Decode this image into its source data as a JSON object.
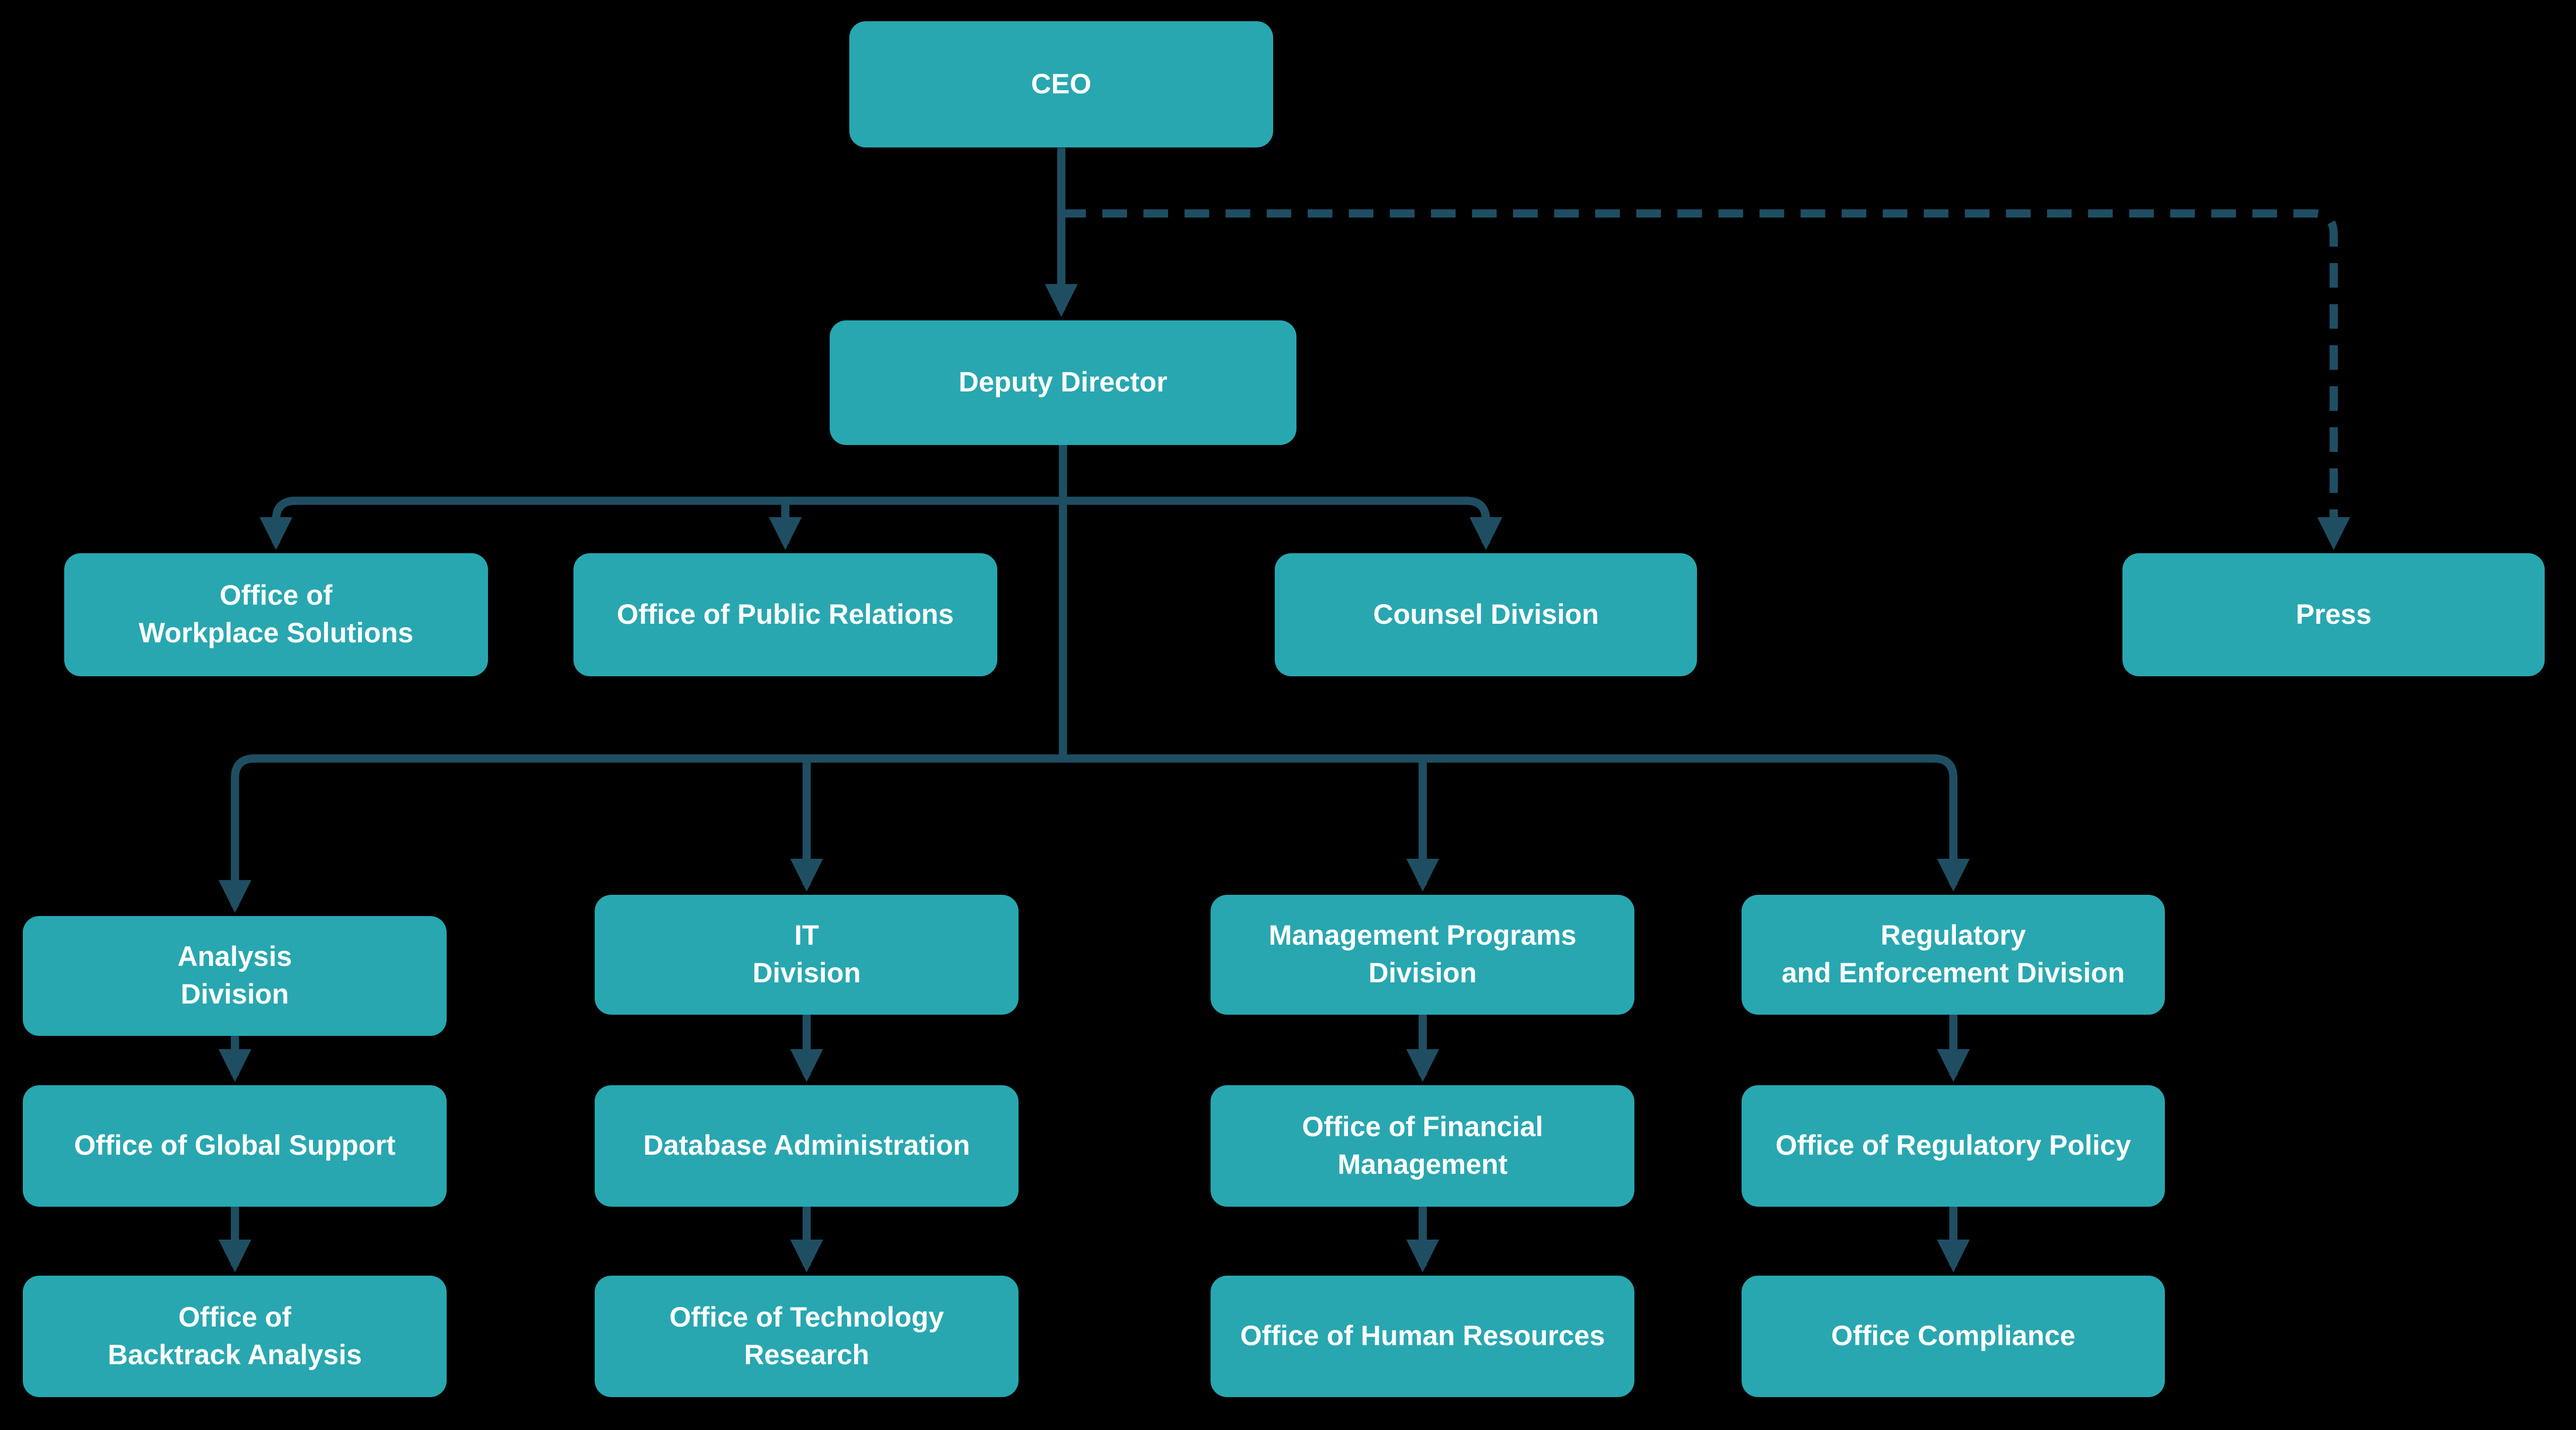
{
  "colors": {
    "background": "#000000",
    "node_fill": "#28a7b0",
    "node_text": "#ffffff",
    "connector": "#1f4e63"
  },
  "nodes": [
    {
      "id": "ceo",
      "label": "CEO"
    },
    {
      "id": "deputy-director",
      "label": "Deputy Director"
    },
    {
      "id": "office-workplace-solutions",
      "label": "Office of\nWorkplace Solutions"
    },
    {
      "id": "office-public-relations",
      "label": "Office of Public Relations"
    },
    {
      "id": "counsel-division",
      "label": "Counsel Division"
    },
    {
      "id": "press",
      "label": "Press"
    },
    {
      "id": "analysis-division",
      "label": "Analysis\nDivision"
    },
    {
      "id": "it-division",
      "label": "IT\nDivision"
    },
    {
      "id": "management-programs-division",
      "label": "Management Programs\nDivision"
    },
    {
      "id": "regulatory-enforcement-division",
      "label": "Regulatory\nand Enforcement Division"
    },
    {
      "id": "office-global-support",
      "label": "Office of Global Support"
    },
    {
      "id": "database-administration",
      "label": "Database Administration"
    },
    {
      "id": "office-financial-management",
      "label": "Office of Financial\nManagement"
    },
    {
      "id": "office-regulatory-policy",
      "label": "Office of Regulatory Policy"
    },
    {
      "id": "office-backtrack-analysis",
      "label": "Office of\nBacktrack Analysis"
    },
    {
      "id": "office-technology-research",
      "label": "Office of Technology\nResearch"
    },
    {
      "id": "office-human-resources",
      "label": "Office of Human Resources"
    },
    {
      "id": "office-compliance",
      "label": "Office Compliance"
    }
  ],
  "edges": [
    {
      "from": "ceo",
      "to": "deputy-director",
      "style": "solid"
    },
    {
      "from": "ceo",
      "to": "press",
      "style": "dashed"
    },
    {
      "from": "deputy-director",
      "to": "office-workplace-solutions",
      "style": "solid"
    },
    {
      "from": "deputy-director",
      "to": "office-public-relations",
      "style": "solid"
    },
    {
      "from": "deputy-director",
      "to": "counsel-division",
      "style": "solid"
    },
    {
      "from": "deputy-director",
      "to": "analysis-division",
      "style": "solid"
    },
    {
      "from": "deputy-director",
      "to": "it-division",
      "style": "solid"
    },
    {
      "from": "deputy-director",
      "to": "management-programs-division",
      "style": "solid"
    },
    {
      "from": "deputy-director",
      "to": "regulatory-enforcement-division",
      "style": "solid"
    },
    {
      "from": "analysis-division",
      "to": "office-global-support",
      "style": "solid"
    },
    {
      "from": "office-global-support",
      "to": "office-backtrack-analysis",
      "style": "solid"
    },
    {
      "from": "it-division",
      "to": "database-administration",
      "style": "solid"
    },
    {
      "from": "database-administration",
      "to": "office-technology-research",
      "style": "solid"
    },
    {
      "from": "management-programs-division",
      "to": "office-financial-management",
      "style": "solid"
    },
    {
      "from": "office-financial-management",
      "to": "office-human-resources",
      "style": "solid"
    },
    {
      "from": "regulatory-enforcement-division",
      "to": "office-regulatory-policy",
      "style": "solid"
    },
    {
      "from": "office-regulatory-policy",
      "to": "office-compliance",
      "style": "solid"
    }
  ]
}
